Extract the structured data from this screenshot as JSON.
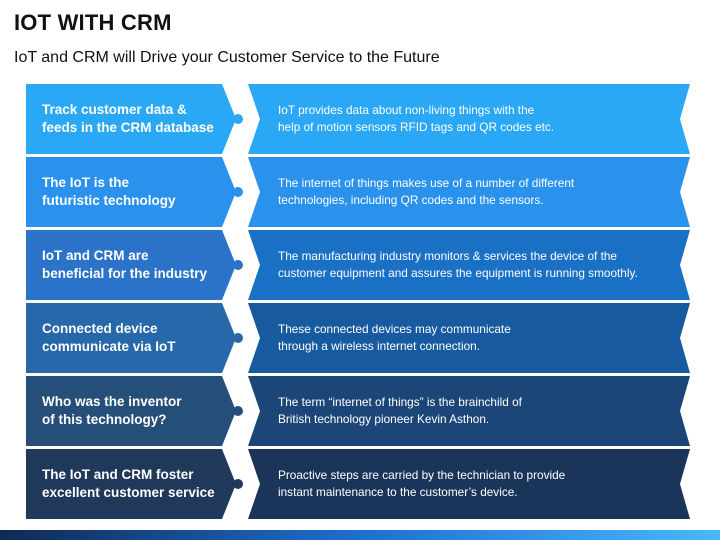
{
  "header": {
    "title": "IOT WITH CRM",
    "subtitle": "IoT and CRM will Drive your Customer Service to the Future"
  },
  "rows": [
    {
      "label": "Track customer data &\nfeeds in the CRM database",
      "description": "IoT provides data about non-living things with the\nhelp of motion sensors RFID tags and QR codes etc.",
      "color_left": "#2aa8f5",
      "color_right": "#2aa8f5"
    },
    {
      "label": "The IoT is the\nfuturistic technology",
      "description": "The internet of things makes use of a number of different\ntechnologies, including  QR codes and the sensors.",
      "color_left": "#2a92ec",
      "color_right": "#2a92ec"
    },
    {
      "label": "IoT and CRM are\nbeneficial for the industry",
      "description": "The manufacturing industry monitors & services the device of the\ncustomer equipment and assures the equipment is running smoothly.",
      "color_left": "#2a73c8",
      "color_right": "#1a70c4"
    },
    {
      "label": "Connected device\ncommunicate via IoT",
      "description": "These connected devices may communicate\nthrough a wireless internet connection.",
      "color_left": "#2668a9",
      "color_right": "#175aa0"
    },
    {
      "label": "Who was the inventor\nof this technology?",
      "description": "The term “internet of things” is the brainchild of\nBritish technology pioneer Kevin Asthon.",
      "color_left": "#254f79",
      "color_right": "#1b4677"
    },
    {
      "label": "The IoT and CRM foster\nexcellent customer service",
      "description": "Proactive steps are carried by the technician to provide\ninstant maintenance to the customer’s device.",
      "color_left": "#20385a",
      "color_right": "#1b355a"
    }
  ]
}
